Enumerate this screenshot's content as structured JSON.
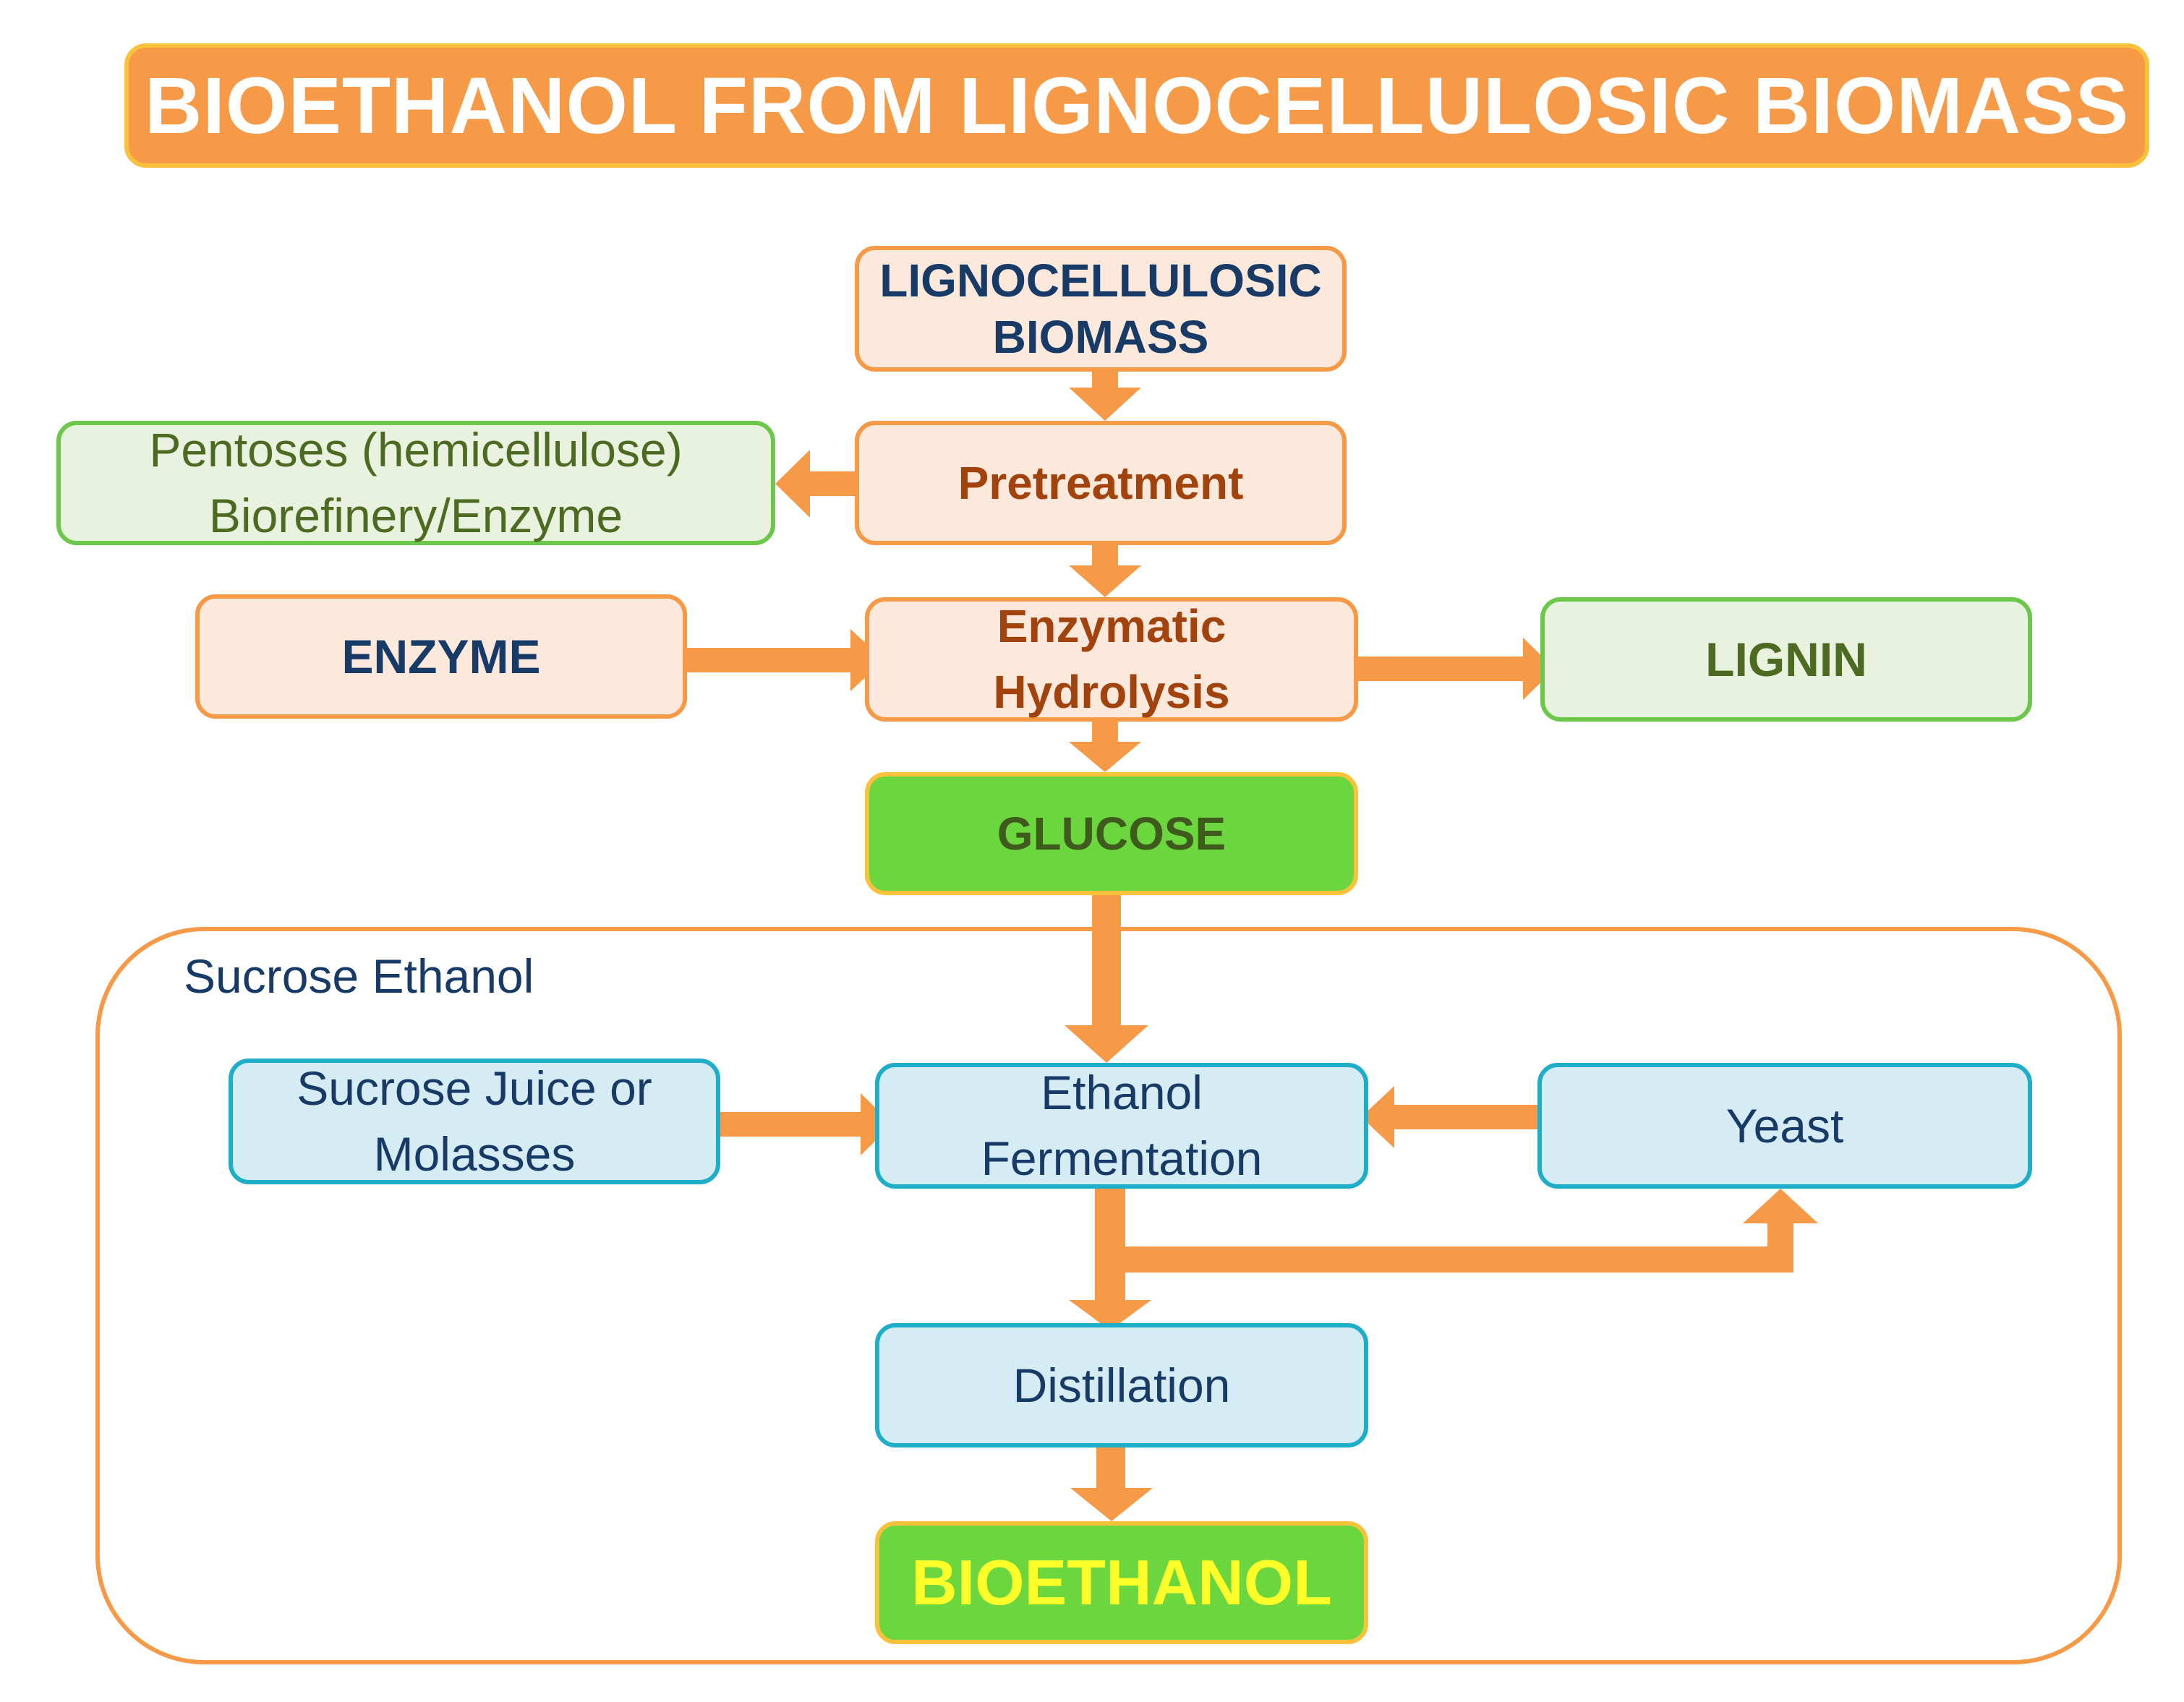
{
  "title": "BIOETHANOL FROM LIGNOCELLULOSIC BIOMASS",
  "nodes": {
    "biomass": [
      "LIGNOCELLULOSIC",
      "BIOMASS"
    ],
    "pretreatment": [
      "Pretreatment"
    ],
    "pentoses": [
      "Pentoses (hemicellulose)",
      "Biorefinery/Enzyme"
    ],
    "enzyme": [
      "ENZYME"
    ],
    "hydrolysis": [
      "Enzymatic",
      "Hydrolysis"
    ],
    "lignin": [
      "LIGNIN"
    ],
    "glucose": [
      "GLUCOSE"
    ],
    "sucrose_juice": [
      "Sucrose Juice or",
      "Molasses"
    ],
    "fermentation": [
      "Ethanol",
      "Fermentation"
    ],
    "yeast": [
      "Yeast"
    ],
    "distillation": [
      "Distillation"
    ],
    "bioethanol": [
      "BIOETHANOL"
    ]
  },
  "group_label": "Sucrose Ethanol",
  "colors": {
    "arrow": "#f79a48",
    "title_bg": "#f79a48",
    "title_border": "#f9c23a",
    "peach_fill": "#fde9dc",
    "light_green_fill": "#e9f1df",
    "green_fill": "#6cd63f",
    "blue_fill": "#d5ecf5",
    "blue_border": "#1eaec8",
    "bioethanol_text": "#ffff2a"
  }
}
